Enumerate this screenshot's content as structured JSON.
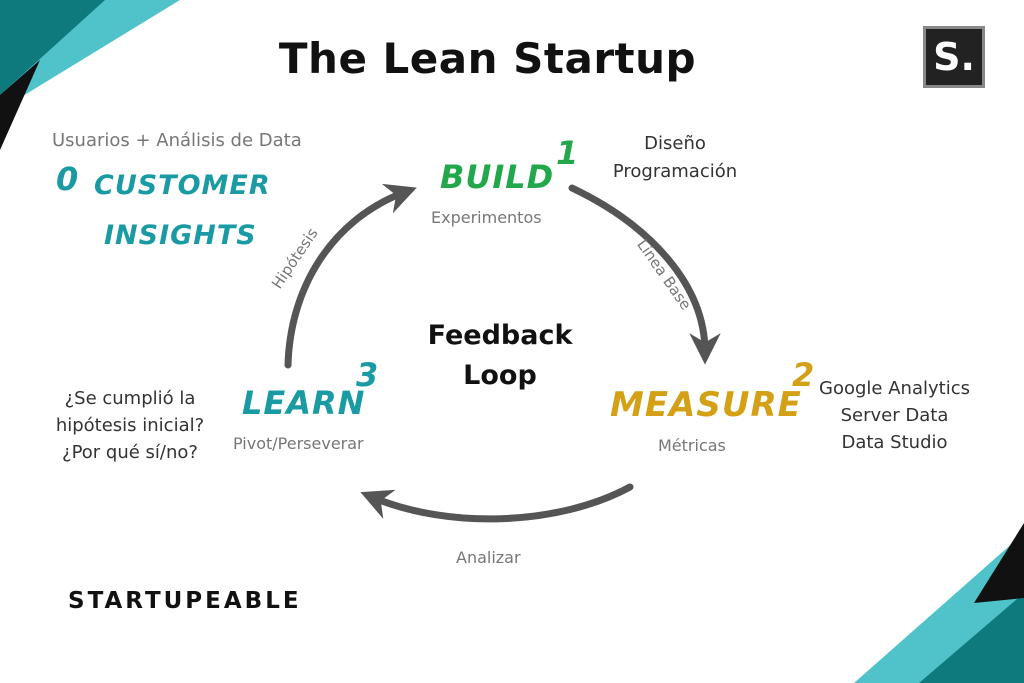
{
  "title": "The Lean Startup",
  "logo_text": "S.",
  "brand": "STARTUPEABLE",
  "center": {
    "line1": "Feedback",
    "line2": "Loop"
  },
  "customer_insights": {
    "caption": "Usuarios + Análisis de Data",
    "number": "0",
    "line1": "CUSTOMER",
    "line2": "INSIGHTS"
  },
  "build": {
    "label": "BUILD",
    "number": "1",
    "sub": "Experimentos",
    "notes": [
      "Diseño",
      "Programación"
    ]
  },
  "measure": {
    "label": "MEASURE",
    "number": "2",
    "sub": "Métricas",
    "notes": [
      "Google Analytics",
      "Server Data",
      "Data Studio"
    ]
  },
  "learn": {
    "label": "LEARN",
    "number": "3",
    "sub": "Pivot/Perseverar",
    "notes": [
      "¿Se cumplió la",
      "hipótesis inicial?",
      "¿Por qué sí/no?"
    ]
  },
  "arrows": {
    "build_to_measure": "Línea Base",
    "measure_to_learn": "Analizar",
    "learn_to_build": "Hipótesis"
  },
  "colors": {
    "teal": "#1a9ba3",
    "green": "#22a84a",
    "gold": "#d4a016",
    "arrow": "#555555",
    "corner_dark": "#0f7a7e",
    "corner_light": "#4fc3c9"
  }
}
